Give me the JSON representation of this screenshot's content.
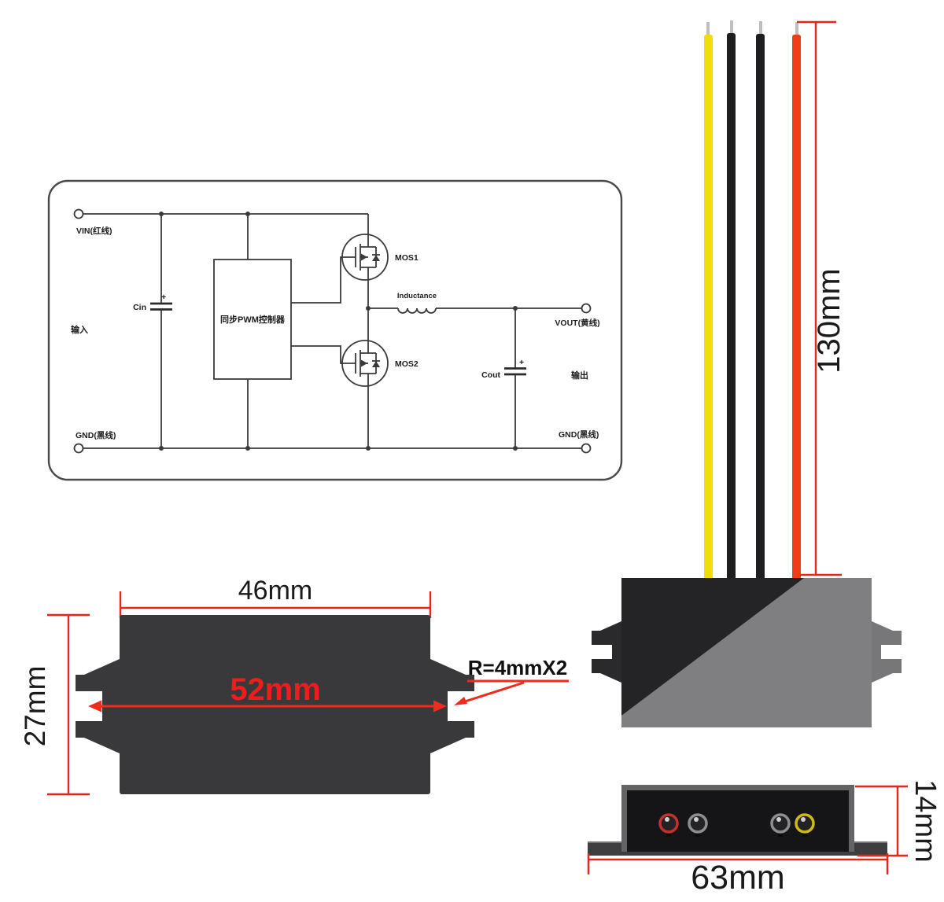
{
  "schematic": {
    "vin_label": "VIN(红线)",
    "input_label": "输入",
    "cin_label": "Cin",
    "cin_plus": "+",
    "pwm_label": "同步PWM控制器",
    "mos1_label": "MOS1",
    "mos2_label": "MOS2",
    "inductor_label": "Inductance",
    "cout_label": "Cout",
    "cout_plus": "+",
    "vout_label": "VOUT(黄线)",
    "output_label": "输出",
    "gnd_left_label": "GND(黑线)",
    "gnd_right_label": "GND(黑线)"
  },
  "dimensions": {
    "wire_length": "130mm",
    "top_width": "46mm",
    "mount_hole_span": "52mm",
    "body_depth": "27mm",
    "mount_slot_radius": "R=4mmX2",
    "side_height": "14mm",
    "side_length": "63mm"
  },
  "colors": {
    "dimension_red": "#e8251d",
    "highlight_red_text": "#ee1c1c",
    "ink": "#1a1a1a",
    "schematic_line": "#3a3a3a",
    "wire_yellow": "#f2dc0c",
    "wire_black": "#1e1e20",
    "wire_red": "#ef3e16",
    "wire_tip_silver": "#bfbfbf",
    "case_dark": "#242427",
    "case_gray": "#7f7f81",
    "topview_body": "#39393b",
    "sideview_body": "#151517",
    "sideview_edge": "#646466",
    "flange_gray": "#3e3e40"
  }
}
